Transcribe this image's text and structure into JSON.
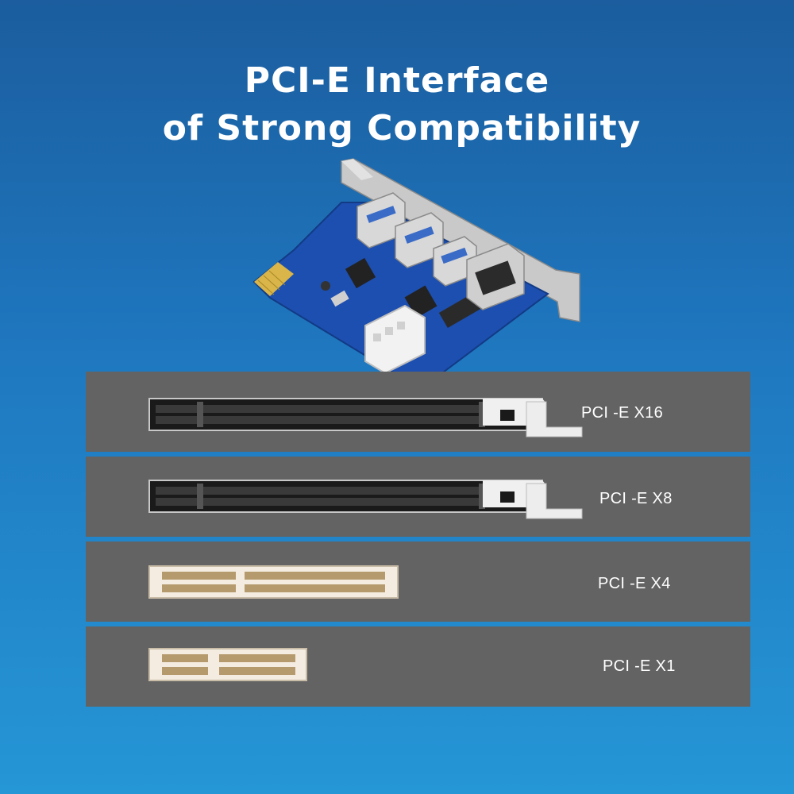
{
  "headline": {
    "line1": "PCI-E Interface",
    "line2": "of Strong Compatibility"
  },
  "slots": [
    {
      "label": "PCI -E X16",
      "kind": "x16",
      "color": "#1a1a1a"
    },
    {
      "label": "PCI -E X8",
      "kind": "x8",
      "color": "#1a1a1a"
    },
    {
      "label": "PCI -E X4",
      "kind": "x4",
      "color": "#f4ece0"
    },
    {
      "label": "PCI -E X1",
      "kind": "x1",
      "color": "#f4ece0"
    }
  ],
  "colors": {
    "background_top": "#1b5d9e",
    "background_bottom": "#2596d6",
    "row_gray": "#636363",
    "pcb_blue": "#1d4fb0",
    "bracket_silver": "#c9c9c9"
  }
}
